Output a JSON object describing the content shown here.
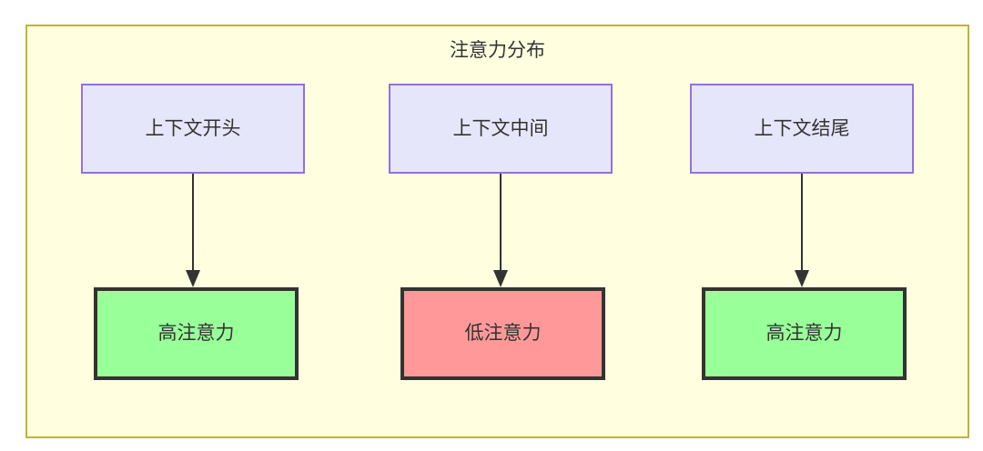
{
  "diagram": {
    "title": "注意力分布",
    "container": {
      "background_color": "#ffffe0",
      "border_color": "#bdb534"
    },
    "columns": [
      {
        "source": {
          "label": "上下文开头",
          "fill_color": "#e6e6fa",
          "border_color": "#9370db"
        },
        "target": {
          "label": "高注意力",
          "fill_color": "#99ff99",
          "border_color": "#333333"
        }
      },
      {
        "source": {
          "label": "上下文中间",
          "fill_color": "#e6e6fa",
          "border_color": "#9370db"
        },
        "target": {
          "label": "低注意力",
          "fill_color": "#ff9999",
          "border_color": "#333333"
        }
      },
      {
        "source": {
          "label": "上下文结尾",
          "fill_color": "#e6e6fa",
          "border_color": "#9370db"
        },
        "target": {
          "label": "高注意力",
          "fill_color": "#99ff99",
          "border_color": "#333333"
        }
      }
    ],
    "edges": [
      {
        "from": "上下文开头",
        "to": "高注意力",
        "style": "solid-arrow",
        "color": "#333333"
      },
      {
        "from": "上下文中间",
        "to": "低注意力",
        "style": "solid-arrow",
        "color": "#333333"
      },
      {
        "from": "上下文结尾",
        "to": "高注意力",
        "style": "solid-arrow",
        "color": "#333333"
      }
    ]
  }
}
